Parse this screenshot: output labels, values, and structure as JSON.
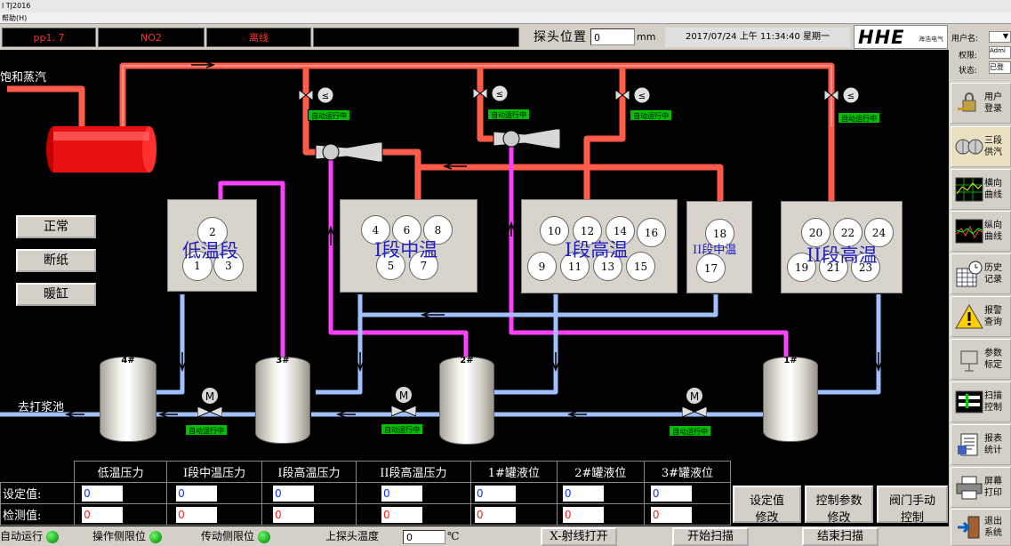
{
  "window": {
    "title": "l TJ2016",
    "menu": "帮助(H)"
  },
  "header": {
    "indicators": [
      "pp1. 7",
      "NO2",
      "离线",
      ""
    ],
    "probe_label": "探头位置",
    "probe_value": "0",
    "probe_unit": "mm",
    "datetime": "2017/07/24 上午 11:34:40 星期一",
    "logo_text": "HHE",
    "logo_sub": "海浩电气"
  },
  "sidebar": {
    "user_label": "用户名:",
    "user_value": "",
    "perm_label": "权限:",
    "perm_value": "Admi",
    "status_label": "状态:",
    "status_value": "已登",
    "buttons": [
      {
        "label1": "用户",
        "label2": "登录",
        "icon": "lock-key-icon"
      },
      {
        "label1": "三段",
        "label2": "供汽",
        "icon": "rolls-icon"
      },
      {
        "label1": "横向",
        "label2": "曲线",
        "icon": "grid-chart-icon"
      },
      {
        "label1": "纵向",
        "label2": "曲线",
        "icon": "wave-chart-icon"
      },
      {
        "label1": "历史",
        "label2": "记录",
        "icon": "calendar-clock-icon"
      },
      {
        "label1": "报警",
        "label2": "查询",
        "icon": "warning-icon"
      },
      {
        "label1": "参数",
        "label2": "标定",
        "icon": "parameter-icon"
      },
      {
        "label1": "扫描",
        "label2": "控制",
        "icon": "scan-control-icon"
      },
      {
        "label1": "报表",
        "label2": "统计",
        "icon": "report-icon"
      },
      {
        "label1": "屏幕",
        "label2": "打印",
        "icon": "printer-icon"
      },
      {
        "label1": "退出",
        "label2": "系统",
        "icon": "exit-door-icon"
      }
    ]
  },
  "diagram": {
    "steam_label": "饱和蒸汽",
    "pulp_label": "去打浆池",
    "auto_tag": "自动运行中",
    "rooms": [
      {
        "label": "低温段",
        "rolls": [
          "2",
          "1",
          "3"
        ]
      },
      {
        "label": "I段中温",
        "rolls": [
          "4",
          "6",
          "8",
          "5",
          "7"
        ]
      },
      {
        "label": "I段高温",
        "rolls": [
          "10",
          "12",
          "14",
          "16",
          "9",
          "11",
          "13",
          "15"
        ]
      },
      {
        "label": "II段中温",
        "rolls": [
          "18",
          "17"
        ]
      },
      {
        "label": "II段高温",
        "rolls": [
          "20",
          "22",
          "24",
          "19",
          "21",
          "23"
        ]
      }
    ],
    "tanks": [
      "4#",
      "3#",
      "2#",
      "1#"
    ],
    "motor_letter": "M",
    "left_buttons": [
      "正常",
      "断纸",
      "暖缸"
    ]
  },
  "params": {
    "headers": [
      "低温压力",
      "I段中温压力",
      "I段高温压力",
      "II段高温压力",
      "1#罐液位",
      "2#罐液位",
      "3#罐液位"
    ],
    "row_set_label": "设定值:",
    "row_meas_label": "检测值:",
    "set_values": [
      "0",
      "0",
      "0",
      "0",
      "0",
      "0",
      "0"
    ],
    "meas_values": [
      "0",
      "0",
      "0",
      "0",
      "0",
      "0",
      "0"
    ]
  },
  "action_buttons": [
    {
      "line1": "设定值",
      "line2": "修改"
    },
    {
      "line1": "控制参数",
      "line2": "修改"
    },
    {
      "line1": "阀门手动",
      "line2": "控制"
    }
  ],
  "status": {
    "auto_run": "自动运行",
    "op_limit": "操作侧限位",
    "drive_limit": "传动侧限位",
    "probe_temp_label": "上探头温度",
    "probe_temp_value": "0",
    "probe_temp_unit": "℃",
    "xray": "X-射线打开",
    "start_scan": "开始扫描",
    "end_scan": "结束扫描"
  },
  "colors": {
    "steam": "#ff5a4a",
    "condensate": "#a0c0ff",
    "secondary": "#ff40ff",
    "auto_green": "#00c000"
  }
}
